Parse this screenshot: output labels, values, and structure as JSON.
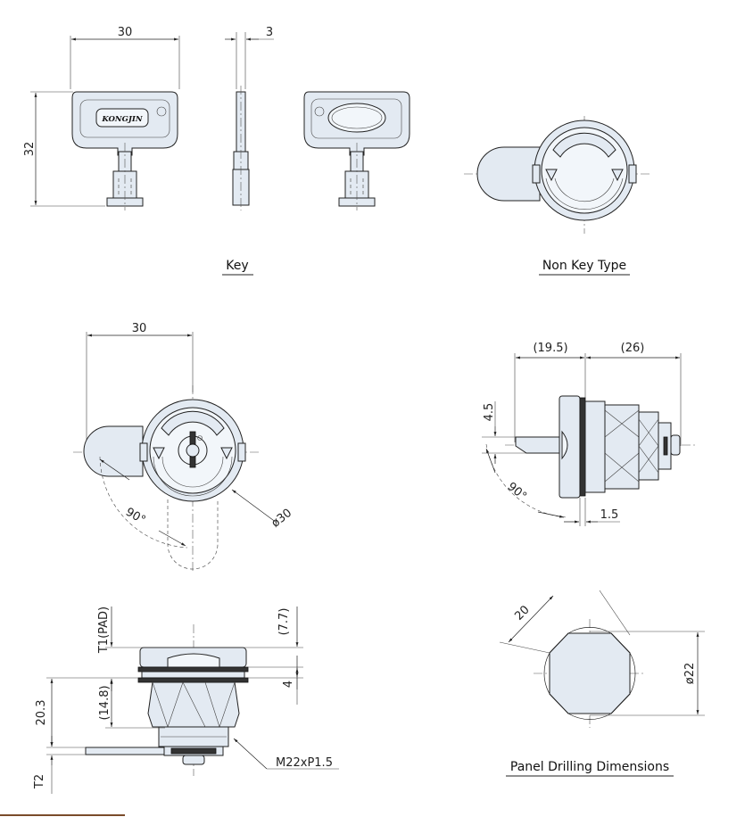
{
  "views": {
    "key": {
      "caption": "Key",
      "brand": "KONGJIN",
      "dims": {
        "width": "30",
        "thickness": "3",
        "height": "32"
      }
    },
    "non_key": {
      "caption": "Non Key Type"
    },
    "front": {
      "dims": {
        "width": "30",
        "angle": "90°",
        "diameter": "ø30"
      }
    },
    "side": {
      "dims": {
        "left": "(19.5)",
        "right": "(26)",
        "offset": "4.5",
        "angle": "90°",
        "gap": "1.5"
      }
    },
    "section": {
      "dims": {
        "t1": "T1(PAD)",
        "top": "(7.7)",
        "flange": "4",
        "body": "(14.8)",
        "total": "20.3",
        "t2": "T2",
        "thread": "M22xP1.5"
      }
    },
    "panel": {
      "caption": "Panel Drilling Dimensions",
      "dims": {
        "across_flats": "20",
        "diameter": "ø22"
      }
    }
  }
}
